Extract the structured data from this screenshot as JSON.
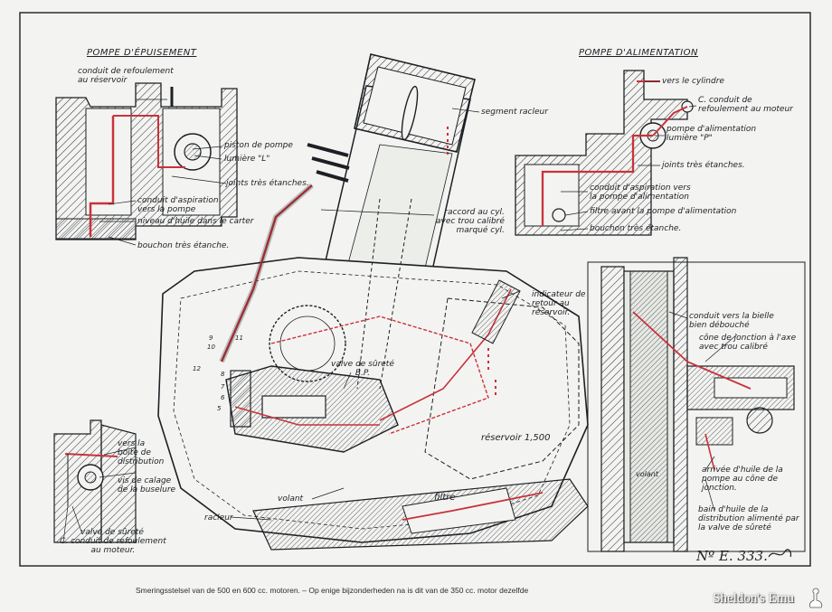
{
  "titles": {
    "pompe_epuisement": "POMPE D'ÉPUISEMENT",
    "pompe_alimentation": "POMPE D'ALIMENTATION"
  },
  "labels": {
    "conduit_refoulement_reservoir": "conduit de refoulement\nau réservoir",
    "piston_de_pompe": "piston de pompe",
    "lumiere_L": "lumière \"L\"",
    "joints_tres_etanches_left": "joints très étanches.",
    "conduit_aspiration_pompe": "conduit d'aspiration\nvers la pompe",
    "niveau_huile": "niveau d'huile dans le carter",
    "bouchon_left": "bouchon très étanche.",
    "segment_racleur": "segment racleur",
    "vers_le_cylindre": "vers le cylindre",
    "c_conduit_refoulement_moteur_top": "C. conduit de\nrefoulement au moteur",
    "pompe_alimentation_lumiere_P": "pompe d'alimentation\nlumière \"P\"",
    "joints_tres_etanches_right": "joints très étanches.",
    "conduit_aspiration_vers_pompe_alim": "conduit d'aspiration vers\nla pompe d'alimentation",
    "filtre_avant": "filtre avant la pompe d'alimentation",
    "bouchon_right": "bouchon très étanche.",
    "raccord_au_cyl": "raccord au cyl.\navec trou calibré\nmarqué cyl.",
    "indicateur_retour": "indicateur de\nretour au\nréservoir.",
    "valve_de_surete_bp": "valve de sûreté\nB.P.",
    "reservoir": "réservoir 1,500",
    "filtre": "filtre",
    "volant_center": "volant",
    "racleur": "racleur",
    "vers_boite_distribution": "vers la\nboite de\ndistribution",
    "vis_de_calage": "vis de calage\nde la buselure",
    "valve_de_surete_bottom": "valve de sûreté",
    "c_conduit_refoulement_moteur_bottom": "C. conduit de refoulement\nau moteur.",
    "conduit_vers_bielle": "conduit vers la bielle\nbien débouché",
    "cone_de_jonction": "cône de jonction à l'axe\navec trou calibré",
    "volant_right": "volant",
    "arrivee_huile": "arrivée d'huile de la\npompe au cône de\njonction.",
    "bain_huile": "bain d'huile de la\ndistribution alimenté par\nla valve de sûreté"
  },
  "numbers": [
    "9",
    "10",
    "11",
    "12",
    "8",
    "7",
    "6",
    "5"
  ],
  "reference": "Nº E. 333.",
  "caption": "Smeringsstelsel van de 500 en 600 cc. motoren.   – Op enige bijzonderheden na is dit van de 350 cc. motor dezelfde",
  "watermark": "Sheldon's Emu",
  "colors": {
    "ink": "#1d1f24",
    "oil_red": "#c9323c",
    "paper": "#f3f4f1"
  }
}
